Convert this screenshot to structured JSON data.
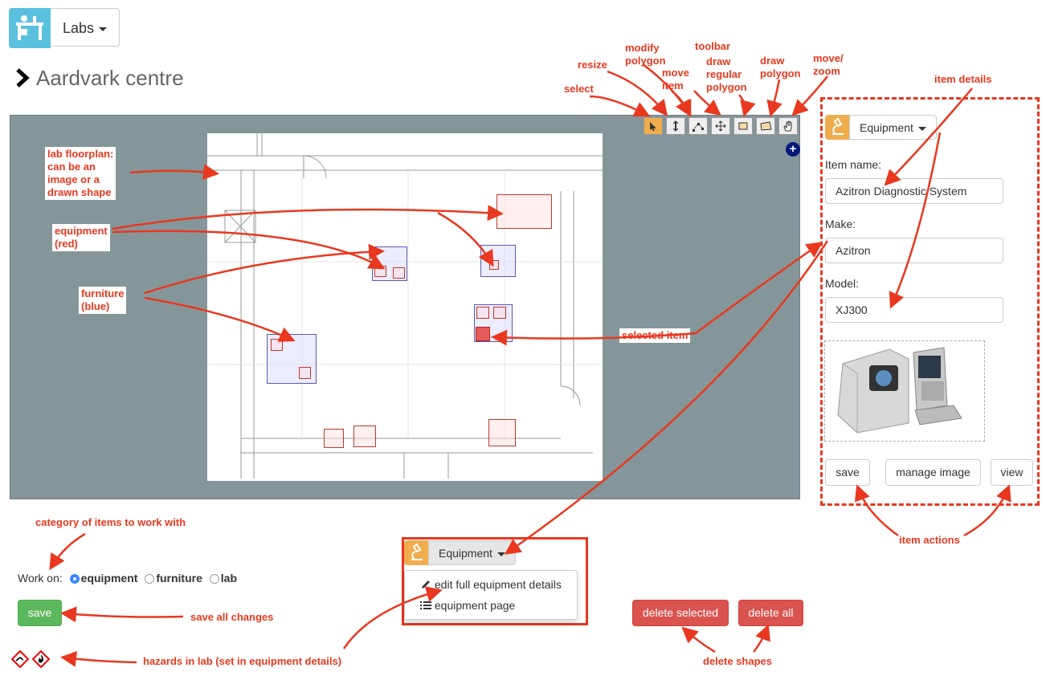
{
  "header": {
    "labs_label": "Labs",
    "page_title": "Aardvark centre"
  },
  "toolbar": {
    "tools": [
      "select",
      "resize",
      "modify polygon",
      "move item",
      "draw regular polygon",
      "draw polygon",
      "move/zoom"
    ],
    "active_tool": "select",
    "annotations": {
      "select": "select",
      "resize": "resize",
      "modify_polygon": "modify\npolygon",
      "move_item": "move\nitem",
      "toolbar": "toolbar",
      "draw_regular_polygon": "draw\nregular\npolygon",
      "draw_polygon": "draw\npolygon",
      "move_zoom": "move/\nzoom"
    }
  },
  "canvas": {
    "callouts": {
      "floorplan": "lab floorplan:\ncan be an\nimage or a\ndrawn shape",
      "equipment": "equipment\n(red)",
      "furniture": "furniture\n(blue)",
      "selected": "selected item"
    }
  },
  "item_panel": {
    "annotation": "item details",
    "category_label": "Equipment",
    "name_label": "Item name:",
    "name_value": "Azitron Diagnostic System",
    "make_label": "Make:",
    "make_value": "Azitron",
    "model_label": "Model:",
    "model_value": "XJ300",
    "actions": {
      "save": "save",
      "manage_image": "manage image",
      "view": "view"
    },
    "actions_annotation": "item actions"
  },
  "work_on": {
    "annotation": "category of items to work with",
    "label": "Work on:",
    "options": [
      "equipment",
      "furniture",
      "lab"
    ],
    "selected": "equipment"
  },
  "save": {
    "label": "save",
    "annotation": "save all changes"
  },
  "hazards": {
    "annotation": "hazards in lab (set in equipment details)"
  },
  "equipment_menu": {
    "button_label": "Equipment",
    "items": [
      "edit full equipment details",
      "equipment page"
    ]
  },
  "delete": {
    "selected": "delete selected",
    "all": "delete all",
    "annotation": "delete shapes"
  },
  "colors": {
    "annotation": "#e8381f",
    "equipment_icon": "#f0ad4e",
    "danger": "#d9534f",
    "success": "#5cb85c",
    "logo": "#5bc0de"
  }
}
